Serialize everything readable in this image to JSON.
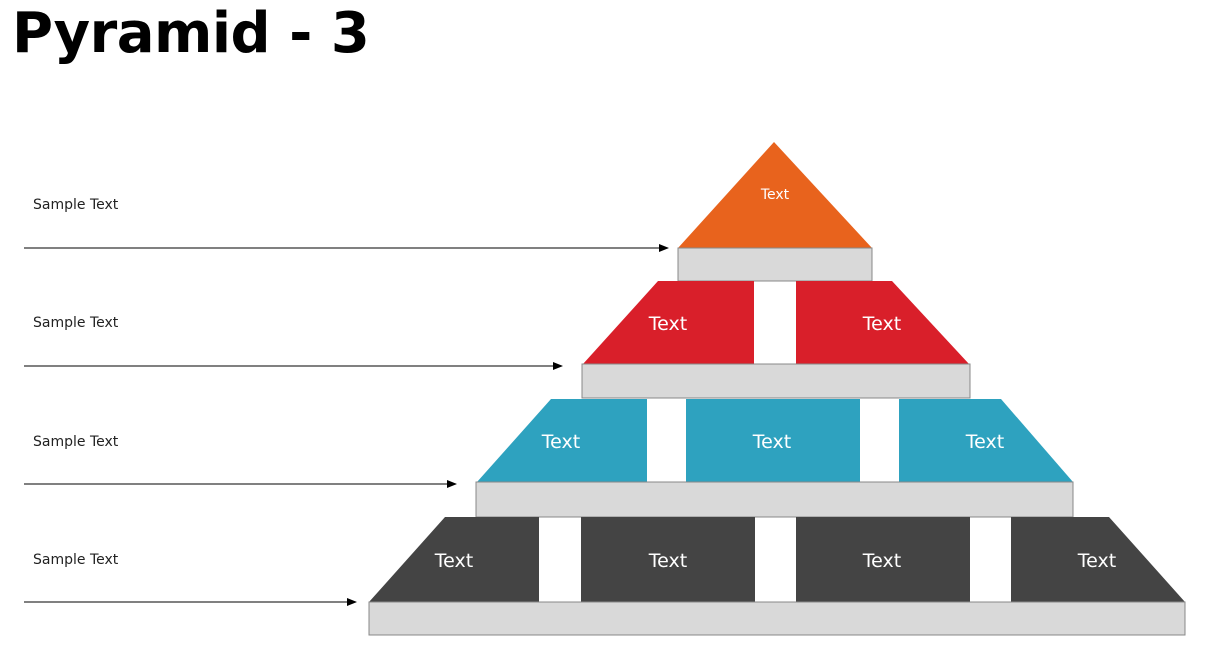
{
  "title": "Pyramid - 3",
  "colors": {
    "tier1": "#E8631D",
    "tier2": "#D91F2A",
    "tier3": "#2EA2BF",
    "tier4": "#444444",
    "base": "#D9D9D9",
    "arrow": "#000000"
  },
  "tiers": [
    {
      "label": "Sample Text",
      "blocks": [
        "Text"
      ]
    },
    {
      "label": "Sample Text",
      "blocks": [
        "Text",
        "Text"
      ]
    },
    {
      "label": "Sample Text",
      "blocks": [
        "Text",
        "Text",
        "Text"
      ]
    },
    {
      "label": "Sample Text",
      "blocks": [
        "Text",
        "Text",
        "Text",
        "Text"
      ]
    }
  ]
}
